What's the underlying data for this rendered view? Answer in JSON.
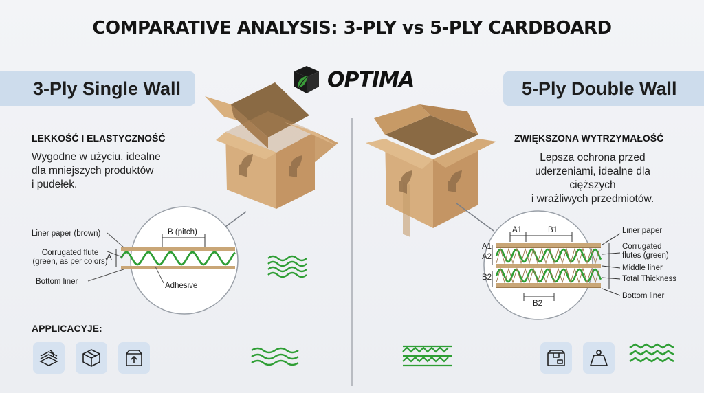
{
  "title": "COMPARATIVE ANALYSIS: 3-PLY vs 5-PLY CARDBOARD",
  "logo": {
    "text": "OPTIMA",
    "colors": {
      "dark": "#1a1a1a",
      "leaf": "#3a9b3a"
    }
  },
  "left": {
    "banner": "3-Ply Single Wall",
    "heading": "LEKKOŚĆ I ELASTYCZNOŚĆ",
    "description": [
      "Wygodne w użyciu, idealne",
      "dla mniejszych produktów",
      "i pudełek."
    ],
    "labels": {
      "liner": "Liner paper (brown)",
      "flute_1": "Corrugated flute",
      "flute_2": "(green, as per colors)",
      "bottom": "Bottom liner",
      "pitch": "B (pitch)",
      "a": "A",
      "adhesive": "Adhesive"
    },
    "applications_heading": "APPLICACYJE:",
    "icons": [
      "paper-stack-icon",
      "box-icon",
      "box-upload-icon"
    ]
  },
  "right": {
    "banner": "5-Ply Double Wall",
    "heading": "ZWIĘKSZONA WYTRZYMAŁOŚĆ",
    "description": [
      "Lepsza ochrona przed",
      "uderzeniami, idealne dla cięższych",
      "i wrażliwych przedmiotów."
    ],
    "labels": {
      "liner": "Liner paper",
      "flutes_1": "Corrugated",
      "flutes_2": "flutes (green)",
      "middle": "Middle liner",
      "total": "Total Thickness",
      "bottom": "Bottom liner",
      "a1": "A1",
      "b1": "B1",
      "a1_side": "A1",
      "a2": "A2",
      "b2": "B2",
      "b2_bottom": "B2"
    },
    "icons": [
      "box-label-icon",
      "weight-icon"
    ]
  },
  "colors": {
    "liner": "#c9a677",
    "liner_dark": "#9c7a4f",
    "flute": "#3aa53a",
    "box": "#d3a878",
    "banner": "#cddcec"
  }
}
